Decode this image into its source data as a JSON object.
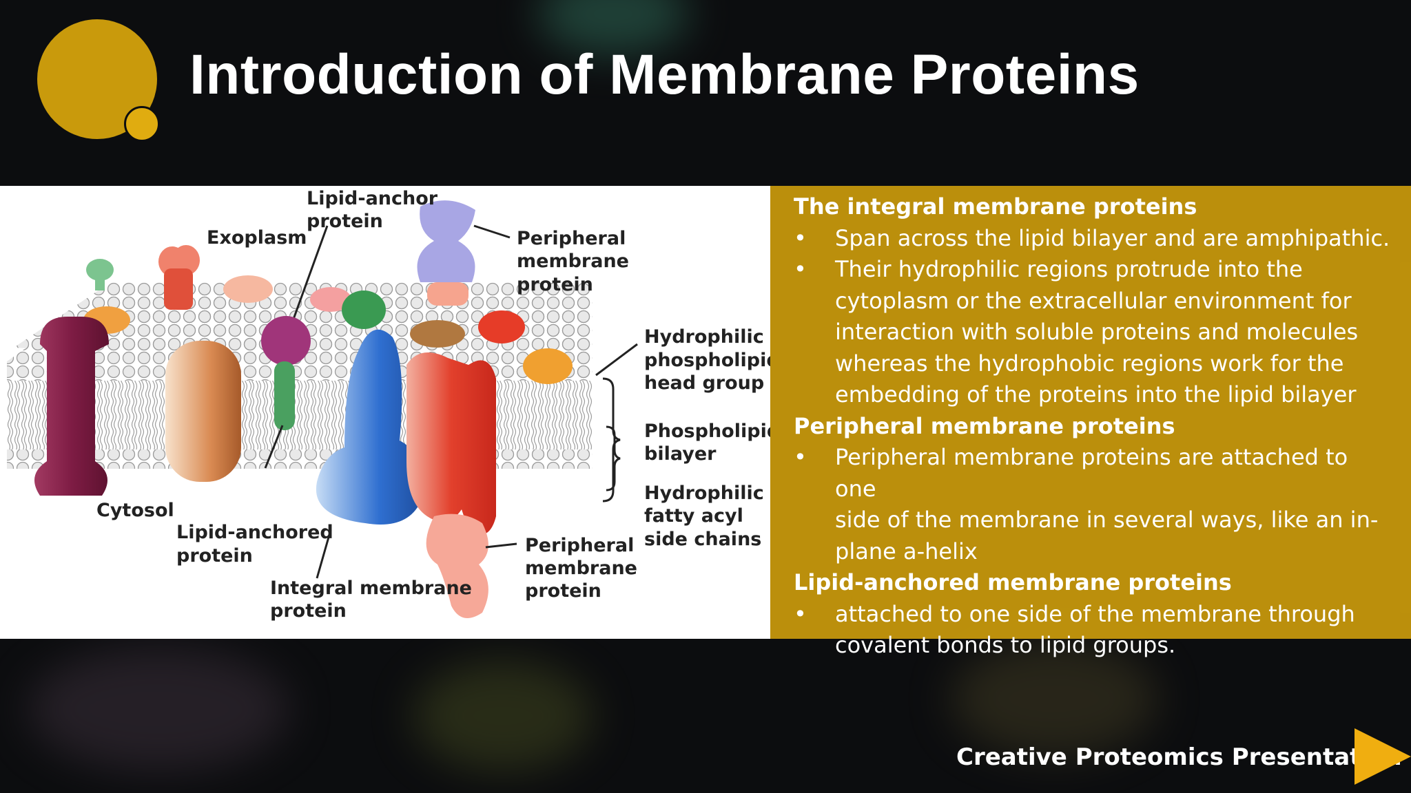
{
  "title": "Introduction of Membrane Proteins",
  "figure": {
    "labels": {
      "exoplasm": "Exoplasm",
      "cytosol": "Cytosol",
      "lipid_anchor_protein": [
        "Lipid-anchor",
        "protein"
      ],
      "peripheral_top": [
        "Peripheral",
        "membrane",
        "protein"
      ],
      "hydrophilic_head": [
        "Hydrophilic",
        "phospholipid",
        "head group"
      ],
      "bilayer": [
        "Phospholipid",
        "bilayer"
      ],
      "fatty_acyl": [
        "Hydrophilic",
        "fatty acyl",
        "side chains"
      ],
      "lipid_anchored": [
        "Lipid-anchored",
        "protein"
      ],
      "integral": [
        "Integral membrane",
        "protein"
      ],
      "peripheral_bottom": [
        "Peripheral",
        "membrane",
        "protein"
      ]
    }
  },
  "sections": [
    {
      "heading": "The integral membrane proteins",
      "bullets": [
        [
          "Span across the lipid bilayer and are amphipathic."
        ],
        [
          "Their hydrophilic regions protrude into the",
          "cytoplasm or the extracellular environment for",
          "interaction with soluble proteins and molecules",
          "whereas the hydrophobic regions work for the",
          "embedding of the proteins into the lipid bilayer"
        ]
      ]
    },
    {
      "heading": "Peripheral membrane proteins",
      "bullets": [
        [
          "Peripheral membrane proteins are attached to one",
          "side of the membrane in several ways, like an in-",
          "plane a-helix"
        ]
      ]
    },
    {
      "heading": "Lipid-anchored membrane proteins",
      "bullets": [
        [
          "attached to one side of the membrane through",
          "covalent bonds to lipid groups."
        ]
      ]
    }
  ],
  "bullet_symbol": "•",
  "footer": "Creative Proteomics Presentation",
  "colors": {
    "accent": "#c99a0c",
    "background": "#0c0d0f",
    "text": "#ffffff"
  }
}
